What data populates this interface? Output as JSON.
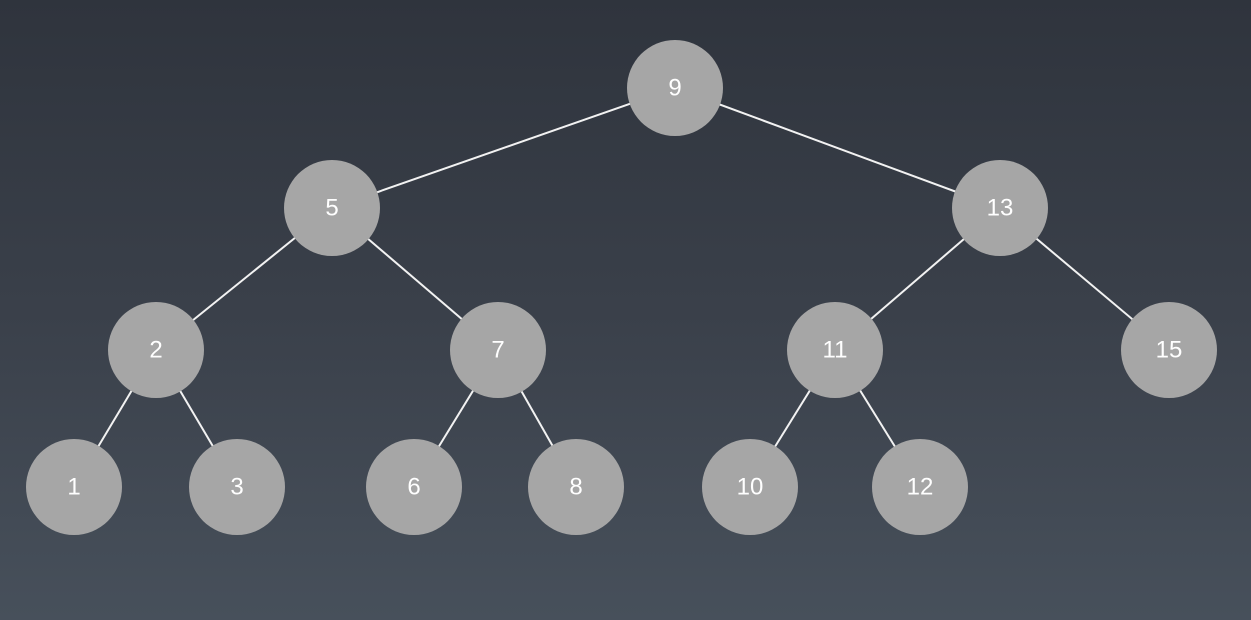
{
  "tree": {
    "nodes": [
      {
        "id": "n9",
        "label": "9"
      },
      {
        "id": "n5",
        "label": "5"
      },
      {
        "id": "n13",
        "label": "13"
      },
      {
        "id": "n2",
        "label": "2"
      },
      {
        "id": "n7",
        "label": "7"
      },
      {
        "id": "n11",
        "label": "11"
      },
      {
        "id": "n15",
        "label": "15"
      },
      {
        "id": "n1",
        "label": "1"
      },
      {
        "id": "n3",
        "label": "3"
      },
      {
        "id": "n6",
        "label": "6"
      },
      {
        "id": "n8",
        "label": "8"
      },
      {
        "id": "n10",
        "label": "10"
      },
      {
        "id": "n12",
        "label": "12"
      }
    ],
    "edges": [
      {
        "from": "n9",
        "to": "n5"
      },
      {
        "from": "n9",
        "to": "n13"
      },
      {
        "from": "n5",
        "to": "n2"
      },
      {
        "from": "n5",
        "to": "n7"
      },
      {
        "from": "n13",
        "to": "n11"
      },
      {
        "from": "n13",
        "to": "n15"
      },
      {
        "from": "n2",
        "to": "n1"
      },
      {
        "from": "n2",
        "to": "n3"
      },
      {
        "from": "n7",
        "to": "n6"
      },
      {
        "from": "n7",
        "to": "n8"
      },
      {
        "from": "n11",
        "to": "n10"
      },
      {
        "from": "n11",
        "to": "n12"
      }
    ]
  }
}
